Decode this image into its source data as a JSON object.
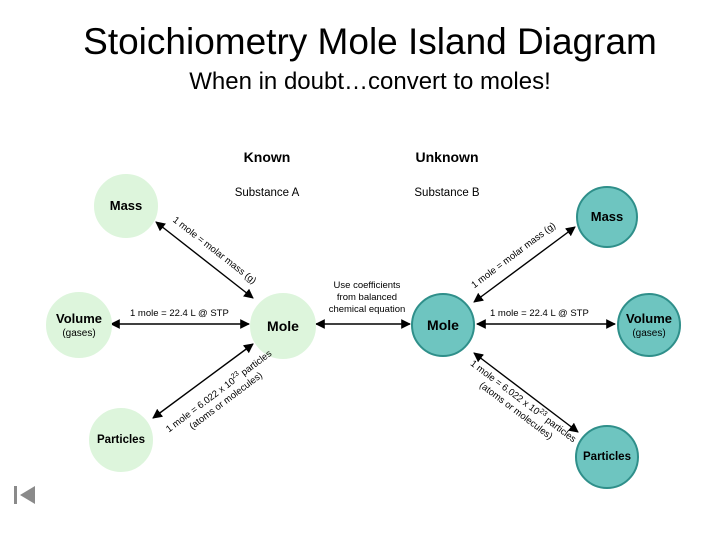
{
  "title": "Stoichiometry Mole Island Diagram",
  "subtitle": "When in doubt…convert to moles!",
  "columns": {
    "known": "Known",
    "unknown": "Unknown",
    "known_substance": "Substance A",
    "unknown_substance": "Substance B"
  },
  "nodes": {
    "mass_a": "Mass",
    "volume_a": "Volume",
    "volume_a_sub": "(gases)",
    "mole_a": "Mole",
    "particles_a": "Particles",
    "mass_b": "Mass",
    "volume_b": "Volume",
    "volume_b_sub": "(gases)",
    "mole_b": "Mole",
    "particles_b": "Particles"
  },
  "relations": {
    "molar_mass": "1 mole  =  molar mass (g)",
    "gas_volume": "1 mole  =  22.4 L @ STP",
    "particles_pre": "1 mole  =  6.022 x 10",
    "particles_exp": "23",
    "particles_post": " particles",
    "particles_note": "(atoms or molecules)",
    "coefficients_line1": "Use coefficients",
    "coefficients_line2": "from balanced",
    "coefficients_line3": "chemical equation"
  },
  "colors": {
    "known_fill": "#ddf5dc",
    "unknown_fill": "#6ec5c0",
    "unknown_border": "#2f8f8a"
  },
  "icons": {
    "nav": "first-slide-icon"
  }
}
